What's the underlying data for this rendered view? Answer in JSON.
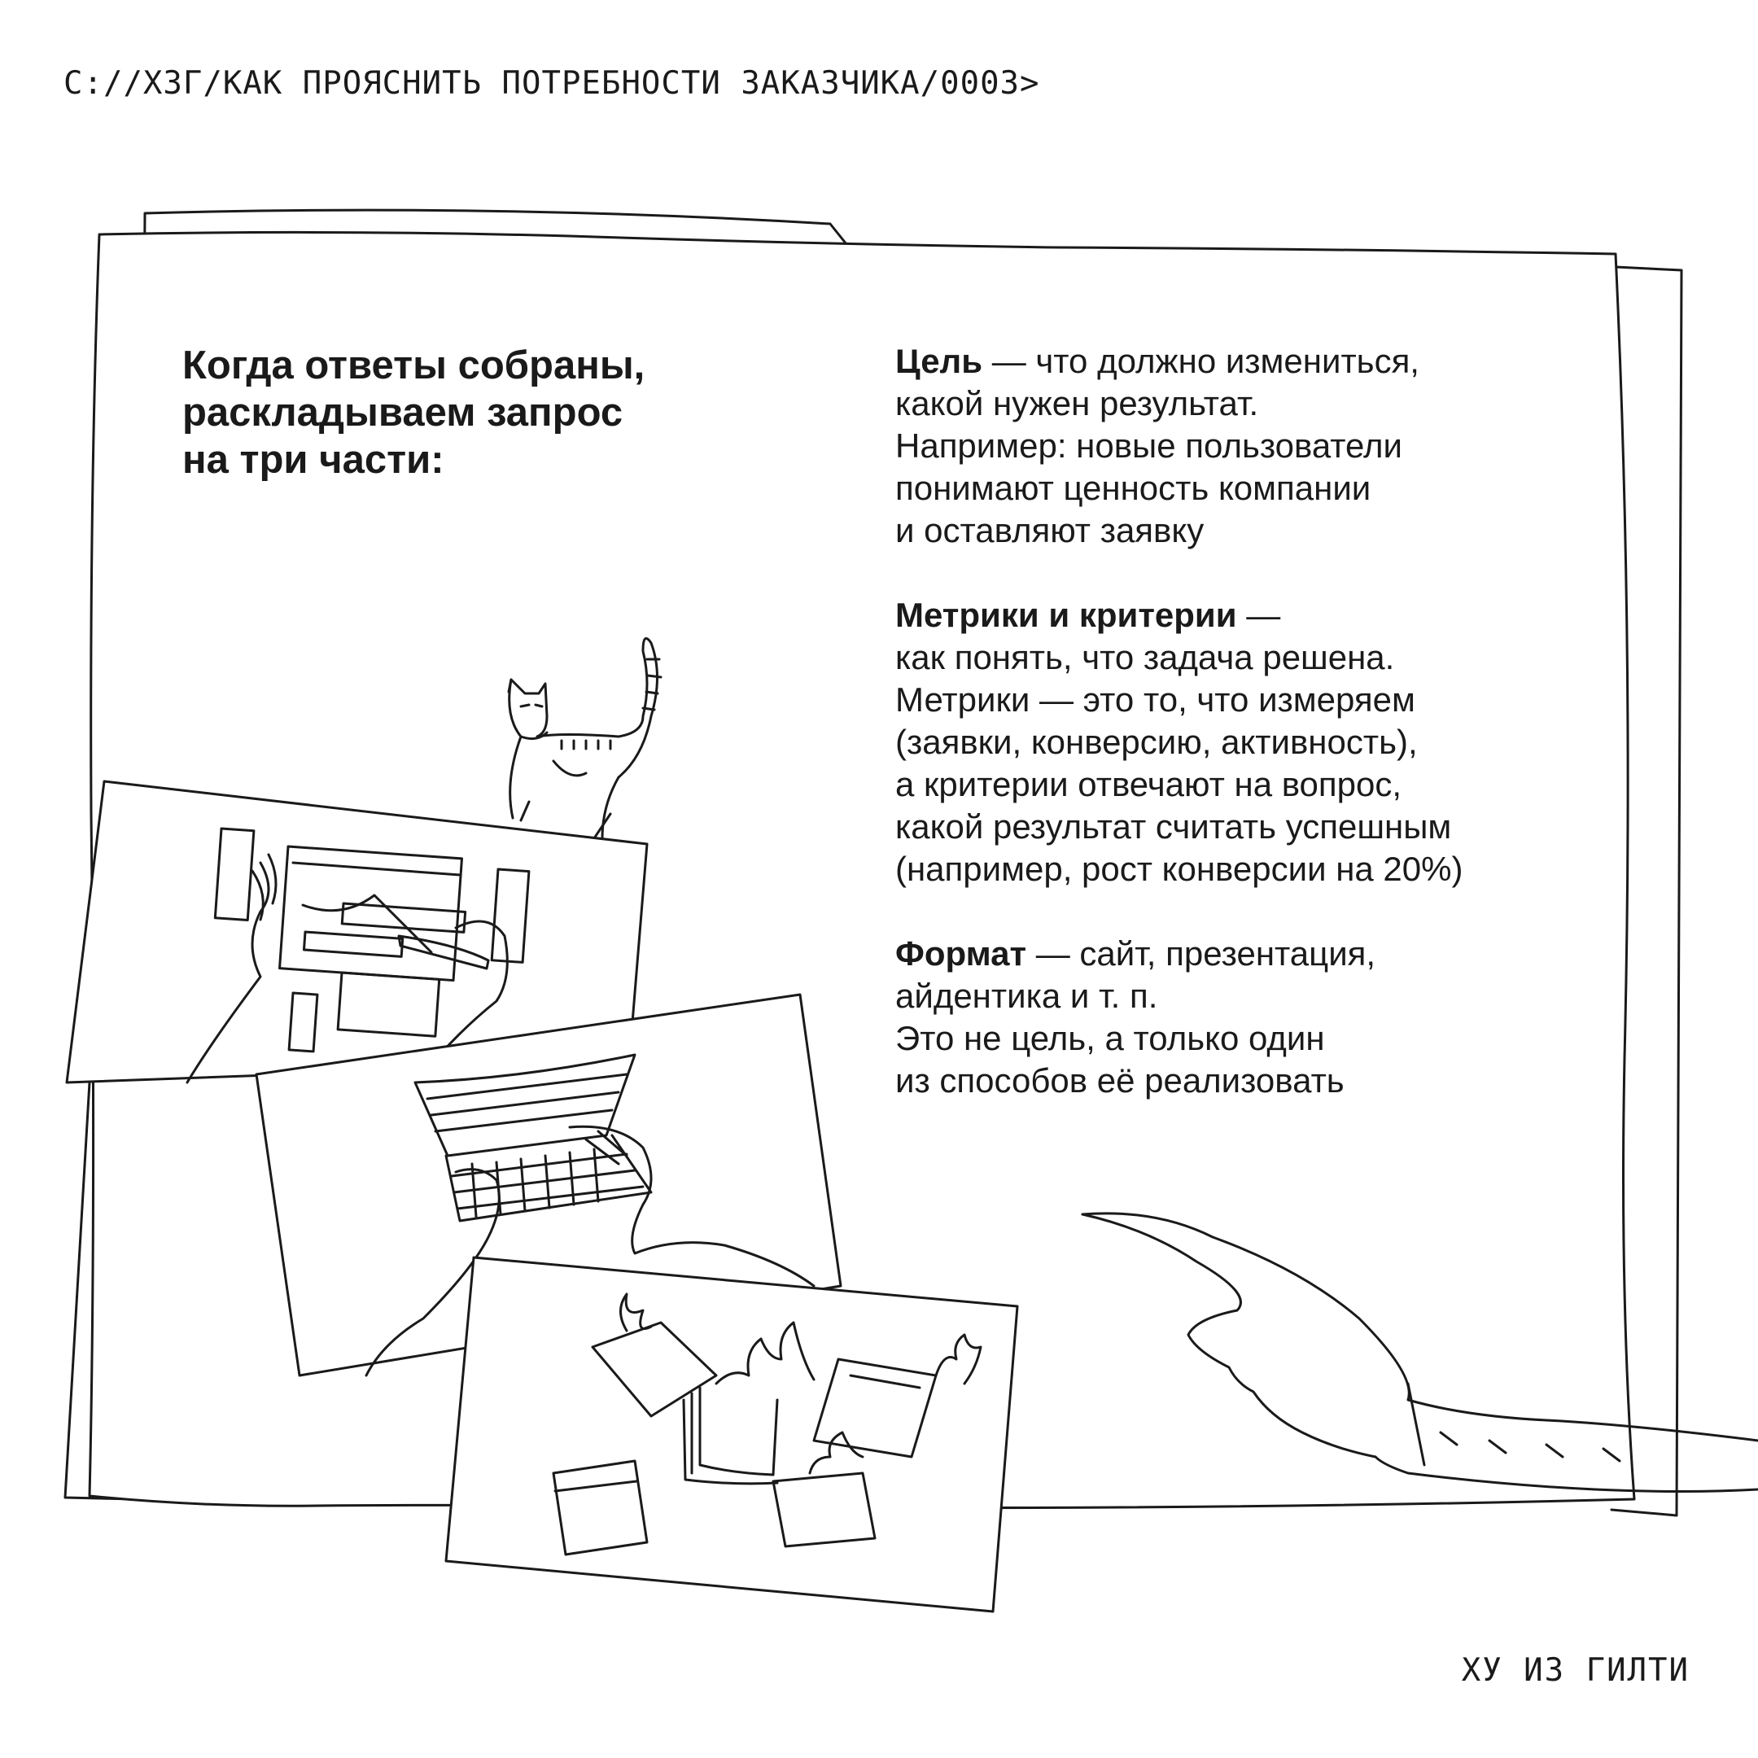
{
  "header": {
    "path": "C://ХЗГ/КАК ПРОЯСНИТЬ ПОТРЕБНОСТИ ЗАКАЗЧИКА/0003>"
  },
  "heading": {
    "lines": [
      "Когда ответы собраны,",
      "раскладываем запрос",
      "на три части:"
    ]
  },
  "sections": [
    {
      "term": "Цель",
      "lines": [
        " — что должно измениться,",
        "какой нужен результат.",
        "Например: новые пользователи",
        "понимают ценность компании",
        "и оставляют заявку"
      ]
    },
    {
      "term": "Метрики и критерии",
      "lines": [
        " —",
        "как понять, что задача решена.",
        "Метрики — это то, что измеряем",
        "(заявки, конверсию, активность),",
        "а критерии отвечают на вопрос,",
        "какой результат считать успешным",
        "(например, рост конверсии на 20%)"
      ]
    },
    {
      "term": "Формат",
      "lines": [
        " — сайт, презентация,",
        "айдентика и т. п.",
        "Это не цель, а только один",
        "из способов её реализовать"
      ]
    }
  ],
  "footer": {
    "signature": "ХУ ИЗ ГИЛТИ"
  },
  "illustrations": {
    "icons": [
      "paper-stack-icon",
      "cat-icon",
      "sketching-hands-icon",
      "typing-hands-icon",
      "burning-papers-icon",
      "pointing-hand-icon"
    ]
  }
}
